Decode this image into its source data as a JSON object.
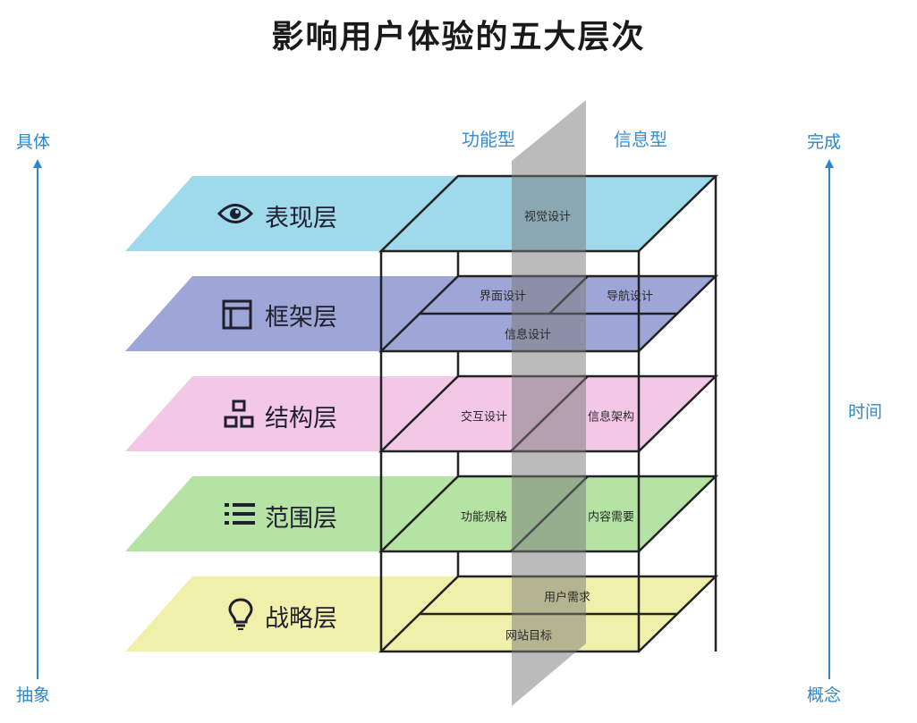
{
  "title": "影响用户体验的五大层次",
  "left_axis": {
    "top": "具体",
    "bottom": "抽象"
  },
  "right_axis": {
    "top": "完成",
    "middle": "时间",
    "bottom": "概念"
  },
  "columns": {
    "functional": "功能型",
    "informational": "信息型"
  },
  "layers": [
    {
      "name": "表现层",
      "icon": "eye-icon",
      "color": "#9fd9ec",
      "cells": [
        "视觉设计"
      ]
    },
    {
      "name": "框架层",
      "icon": "window-icon",
      "color": "#9ea6d8",
      "cells": [
        "界面设计",
        "导航设计",
        "信息设计"
      ]
    },
    {
      "name": "结构层",
      "icon": "hierarchy-icon",
      "color": "#f2c8e6",
      "cells": [
        "交互设计",
        "信息架构"
      ]
    },
    {
      "name": "范围层",
      "icon": "list-icon",
      "color": "#b4e3a4",
      "cells": [
        "功能规格",
        "内容需要"
      ]
    },
    {
      "name": "战略层",
      "icon": "lightbulb-icon",
      "color": "#f1f0aa",
      "cells": [
        "用户需求",
        "网站目标"
      ]
    }
  ]
}
